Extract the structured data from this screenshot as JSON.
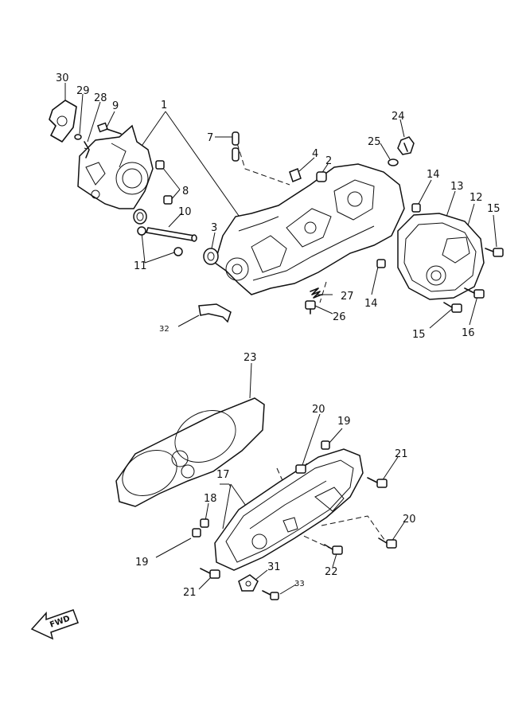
{
  "callouts": [
    {
      "id": "c1",
      "text": "1"
    },
    {
      "id": "c2",
      "text": "2"
    },
    {
      "id": "c3",
      "text": "3"
    },
    {
      "id": "c4",
      "text": "4"
    },
    {
      "id": "c7",
      "text": "7"
    },
    {
      "id": "c8",
      "text": "8"
    },
    {
      "id": "c9",
      "text": "9"
    },
    {
      "id": "c10",
      "text": "10"
    },
    {
      "id": "c11",
      "text": "11"
    },
    {
      "id": "c12",
      "text": "12"
    },
    {
      "id": "c13",
      "text": "13"
    },
    {
      "id": "c14a",
      "text": "14"
    },
    {
      "id": "c14b",
      "text": "14"
    },
    {
      "id": "c15a",
      "text": "15"
    },
    {
      "id": "c15b",
      "text": "15"
    },
    {
      "id": "c16",
      "text": "16"
    },
    {
      "id": "c17",
      "text": "17"
    },
    {
      "id": "c18",
      "text": "18"
    },
    {
      "id": "c19a",
      "text": "19"
    },
    {
      "id": "c19b",
      "text": "19"
    },
    {
      "id": "c20a",
      "text": "20"
    },
    {
      "id": "c20b",
      "text": "20"
    },
    {
      "id": "c21a",
      "text": "21"
    },
    {
      "id": "c21b",
      "text": "21"
    },
    {
      "id": "c22",
      "text": "22"
    },
    {
      "id": "c23",
      "text": "23"
    },
    {
      "id": "c24",
      "text": "24"
    },
    {
      "id": "c25",
      "text": "25"
    },
    {
      "id": "c26",
      "text": "26"
    },
    {
      "id": "c27",
      "text": "27"
    },
    {
      "id": "c28",
      "text": "28"
    },
    {
      "id": "c29",
      "text": "29"
    },
    {
      "id": "c30",
      "text": "30"
    },
    {
      "id": "c31",
      "text": "31"
    },
    {
      "id": "c32",
      "text": "32"
    },
    {
      "id": "c33",
      "text": "33"
    }
  ],
  "fwd_label": "FWD"
}
